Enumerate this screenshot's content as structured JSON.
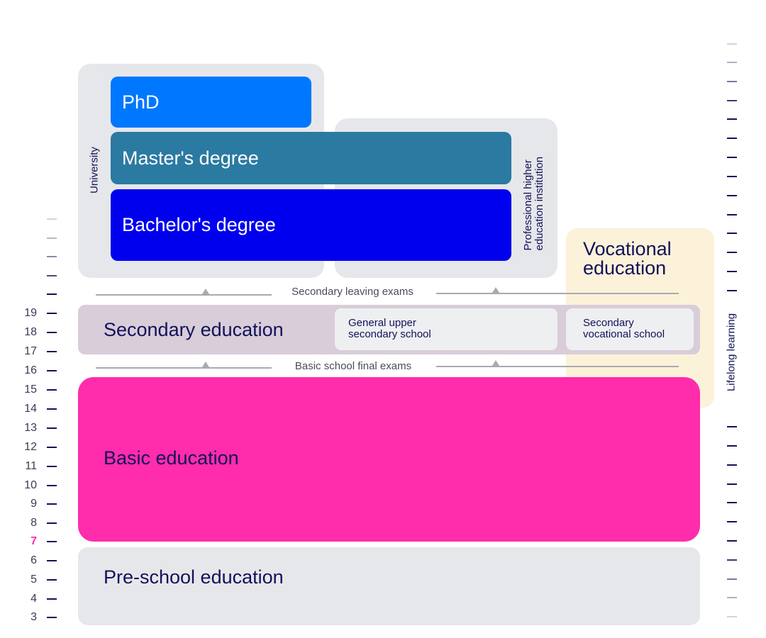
{
  "colors": {
    "phd": "#0077ff",
    "masters": "#2b7aa1",
    "bachelors": "#0000ee",
    "vocational_bg": "#fbf2d9",
    "secondary_bg": "#d8cdd9",
    "basic": "#ff2cac",
    "panel_grey": "#e6e7ea",
    "highlight_age": "#ff2cac"
  },
  "university": {
    "label": "University",
    "phd": "PhD",
    "masters": "Master's degree",
    "bachelors": "Bachelor's degree"
  },
  "professional_he": {
    "label": "Professional higher education institution"
  },
  "vocational": {
    "label": "Vocational education"
  },
  "secondary": {
    "label": "Secondary education",
    "general": "General upper secondary school",
    "vocational_school": "Secondary vocational school"
  },
  "exams": {
    "secondary_leaving": "Secondary leaving exams",
    "basic_final": "Basic school final exams"
  },
  "basic": {
    "label": "Basic education"
  },
  "preschool": {
    "label": "Pre-school education"
  },
  "lifelong": {
    "label": "Lifelong learning"
  },
  "ages": [
    "19",
    "18",
    "17",
    "16",
    "15",
    "14",
    "13",
    "12",
    "11",
    "10",
    "9",
    "8",
    "7",
    "6",
    "5",
    "4",
    "3"
  ],
  "highlight_age": "7"
}
